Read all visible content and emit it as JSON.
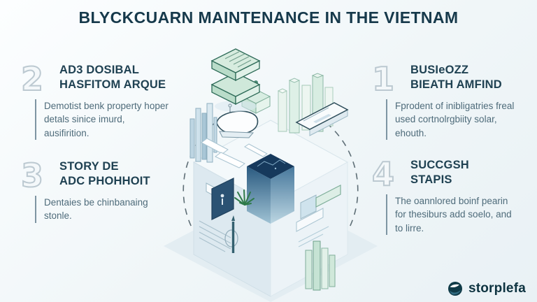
{
  "title": "BLYCKCUARN MAINTENANCE IN THE VIETNAM",
  "items": [
    {
      "number": "2",
      "heading_line1": "AD3 DOSIBAL",
      "heading_line2": "HASFITOM ARQUE",
      "body": "Demotist benk property hoper detals sinice imurd, ausifirition."
    },
    {
      "number": "3",
      "heading_line1": "STORY DE",
      "heading_line2": "ADC PHOHHOIT",
      "body": "Dentaies be chinbanaing stonle."
    },
    {
      "number": "1",
      "heading_line1": "BUSIeOZZ",
      "heading_line2": "BIEATH AMFIND",
      "body": "Fprodent of inibligatries freal used cortnolrgbiity solar, ehouth."
    },
    {
      "number": "4",
      "heading_line1": "SUCCGSH",
      "heading_line2": "STAPIS",
      "body": "The oannlored boinf pearin for thesiburs add soelo, and to lirre."
    }
  ],
  "logo": {
    "text": "storplefa",
    "icon": "sphere-swoosh-icon"
  },
  "illustration": {
    "style": "isometric-cutaway-cube",
    "parts": [
      "dashed-circle",
      "ground-shadow",
      "main-cube",
      "document-stack",
      "city-buildings",
      "washbasin",
      "faucet-figure",
      "laptop-panel",
      "data-cube",
      "plant",
      "door-panel",
      "pen",
      "front-pillars",
      "left-pillars"
    ]
  },
  "colors": {
    "background": "#eff5f7",
    "title": "#16394b",
    "heading": "#1f4152",
    "body_text": "#4e6b7a",
    "number_outline": "#bcc9d1",
    "accent_green_dark": "#2e6b58",
    "accent_green_light": "#cfe8da",
    "data_cube_navy": "#16395c",
    "door_panel_navy": "#2b5273",
    "dashed_circle": "#44565f",
    "logo": "#0d3340"
  }
}
